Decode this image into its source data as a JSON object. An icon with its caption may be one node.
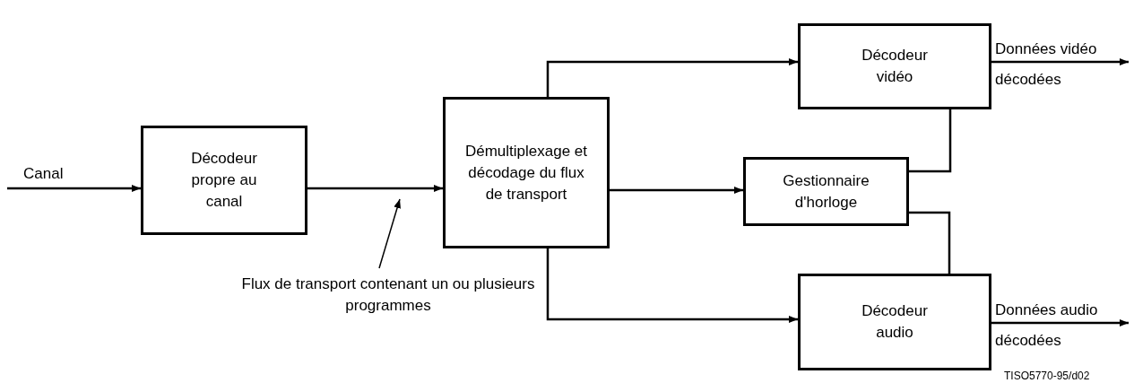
{
  "diagram": {
    "nodes": [
      {
        "text": [
          "Décodeur propre au canal"
        ]
      },
      {
        "text": [
          "Démultiplexage et décodage du flux de transport"
        ]
      },
      {
        "text": [
          "Décodeur vidéo"
        ]
      },
      {
        "text": [
          "Gestionnaire d'horloge"
        ]
      },
      {
        "text": [
          "Décodeur audio"
        ]
      },
      {
        "text": [
          "Flux de transport contenant un ou plusieurs programmes"
        ]
      }
    ],
    "edges": [
      {
        "from": null,
        "to": 0,
        "arrow": "to",
        "label": "Canal"
      },
      {
        "from": 0,
        "to": 1,
        "arrow": "to"
      },
      {
        "from": 1,
        "to": 2,
        "arrow": "to"
      },
      {
        "from": 1,
        "to": 3,
        "arrow": "to"
      },
      {
        "from": 1,
        "to": 4,
        "arrow": "to"
      },
      {
        "from": 3,
        "to": 2,
        "arrow": "none"
      },
      {
        "from": 3,
        "to": 4,
        "arrow": "none"
      },
      {
        "from": 2,
        "to": null,
        "arrow": "to",
        "label": "Données vidéo décodées"
      },
      {
        "from": 4,
        "to": null,
        "arrow": "to",
        "label": "Données audio décodées"
      },
      {
        "from": 5,
        "to": null,
        "arrow": "to"
      }
    ],
    "labels": [
      "TISO5770-95/d02"
    ]
  }
}
